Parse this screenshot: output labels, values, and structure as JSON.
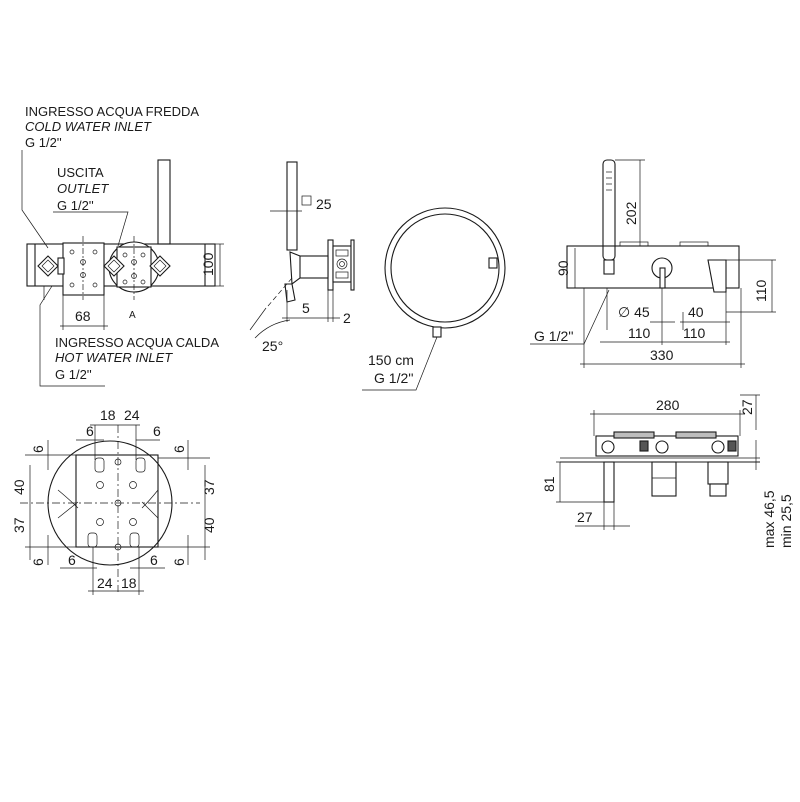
{
  "front_view": {
    "cold_inlet": {
      "it": "INGRESSO ACQUA FREDDA",
      "en": "COLD WATER INLET",
      "thread": "G 1/2''"
    },
    "outlet": {
      "it": "USCITA",
      "en": "OUTLET",
      "thread": "G 1/2''"
    },
    "hot_inlet": {
      "it": "INGRESSO ACQUA CALDA",
      "en": "HOT WATER INLET",
      "thread": "G 1/2''"
    },
    "height_dim": "100",
    "offset_dim": "68",
    "marker": "A"
  },
  "side_view": {
    "square_dim": "25",
    "dim_5": "5",
    "dim_2": "2",
    "angle": "25°"
  },
  "hose": {
    "length": "150 cm",
    "thread": "G 1/2''"
  },
  "right_front": {
    "dim_202": "202",
    "dim_90": "90",
    "dim_110_height": "110",
    "diameter": "∅ 45",
    "dim_40": "40",
    "dim_110_a": "110",
    "dim_110_b": "110",
    "total_width": "330",
    "thread": "G 1/2''"
  },
  "plate_detail": {
    "top_18": "18",
    "top_24": "24",
    "top_6_left": "6",
    "top_6_right": "6",
    "side_6_tl": "6",
    "side_6_tr": "6",
    "left_40": "40",
    "left_37": "37",
    "right_37": "37",
    "right_40": "40",
    "side_6_bl": "6",
    "side_6_br": "6",
    "bot_6_left": "6",
    "bot_6_right": "6",
    "bot_24": "24",
    "bot_18": "18"
  },
  "top_view": {
    "width": "280",
    "dim_27_top": "27",
    "dim_81": "81",
    "dim_27_bottom": "27",
    "max_depth": "max 46,5",
    "min_depth": "min 25,5"
  }
}
